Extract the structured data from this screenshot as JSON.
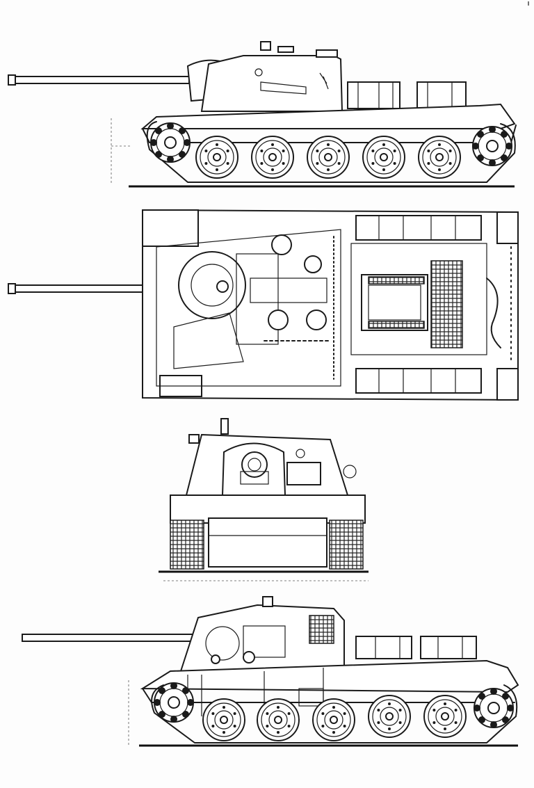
{
  "drawing": {
    "views": [
      {
        "name": "side-view-left"
      },
      {
        "name": "top-view"
      },
      {
        "name": "front-view"
      },
      {
        "name": "side-cutaway-view"
      }
    ]
  }
}
